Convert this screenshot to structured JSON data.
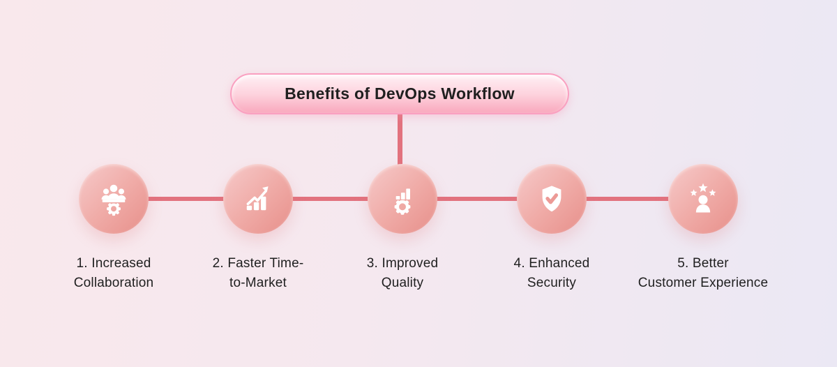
{
  "diagram": {
    "title": "Benefits of DevOps Workflow"
  },
  "colors": {
    "background_left": "#f9e8ec",
    "background_right": "#ebe8f4",
    "connector": "#e2727e",
    "pill_top": "#fff0f5",
    "pill_bottom": "#f9a8bd",
    "pill_border": "#faa0c0",
    "circle_light": "#f6caca",
    "circle_dark": "#e78f8a",
    "icon_color": "#ffffff",
    "text": "#1f1f1f"
  },
  "nodes": [
    {
      "id": 1,
      "icon": "collaboration-team-gear-icon",
      "label_line1": "1. Increased",
      "label_line2": "Collaboration"
    },
    {
      "id": 2,
      "icon": "growth-chart-arrow-icon",
      "label_line1": "2. Faster Time-",
      "label_line2": "to-Market"
    },
    {
      "id": 3,
      "icon": "quality-gear-chart-icon",
      "label_line1": "3. Improved",
      "label_line2": "Quality"
    },
    {
      "id": 4,
      "icon": "shield-check-icon",
      "label_line1": "4. Enhanced",
      "label_line2": "Security"
    },
    {
      "id": 5,
      "icon": "customer-stars-icon",
      "label_line1": "5. Better",
      "label_line2": "Customer Experience"
    }
  ]
}
